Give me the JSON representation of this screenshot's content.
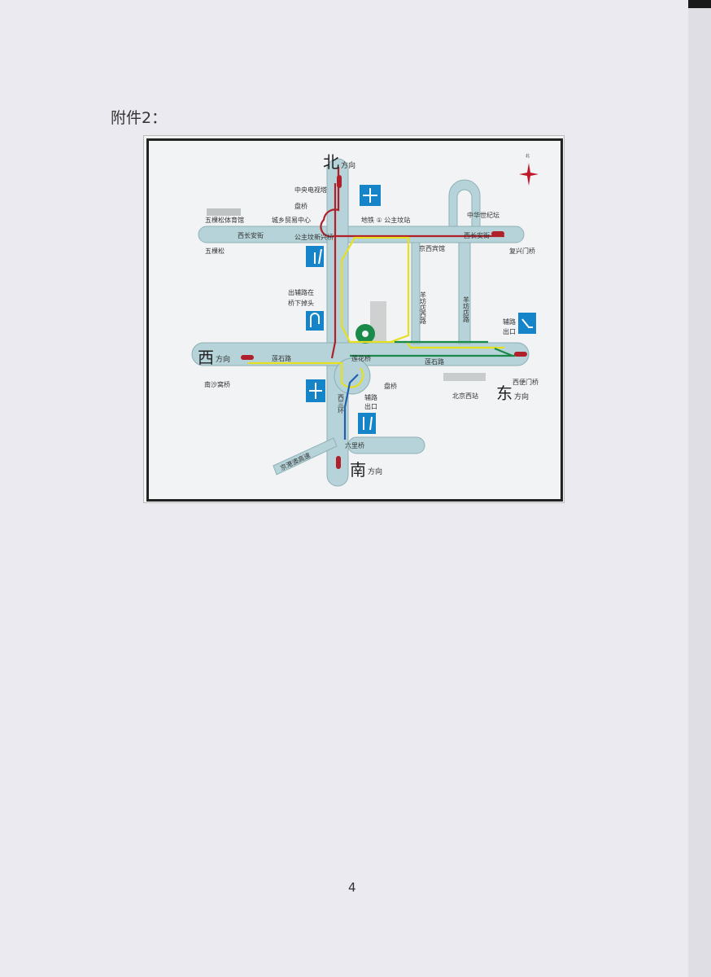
{
  "document": {
    "title": "附件2：",
    "page_number": "4"
  },
  "map": {
    "directions": {
      "north": "北",
      "south": "南",
      "east": "东",
      "west": "西",
      "suffix": "方向"
    },
    "labels": {
      "cctv_tower": "中央电视塔",
      "pan_bridge_north": "盘桥",
      "wukesong_gym": "五棵松体育馆",
      "trade_center": "城乡贸易中心",
      "subway_station": "地铁 ① 公主坟站",
      "century_altar": "中华世纪坛",
      "xichangan_west": "西长安街",
      "xichangan_east": "西长安街",
      "gongzhufen_bridge": "公主坟新兴桥",
      "wukesong": "五棵松",
      "jingxi_hotel": "京西宾馆",
      "fuxingmen_bridge": "复兴门桥",
      "uturn_1": "出辅路在",
      "uturn_2": "桥下掉头",
      "yangfangdian_west": "羊坊店西路",
      "yangfangdian": "羊坊店路",
      "side_exit_east_1": "辅路",
      "side_exit_east_2": "出口",
      "lianshi_west": "莲石路",
      "lianhua_bridge": "莲花桥",
      "lianshi_east": "莲石路",
      "nanshawo_bridge": "南沙窝桥",
      "pan_bridge_south": "盘桥",
      "beijing_west_station": "北京西站",
      "xibianmen_bridge": "西便门桥",
      "side_exit_south_1": "辅路",
      "side_exit_south_2": "出口",
      "west_third_ring": "西三环",
      "liuli_bridge": "六里桥",
      "jinggangao": "京港澳高速"
    },
    "compass_label": "北",
    "colors": {
      "road": "#b5d3d8",
      "route_red": "#b0202a",
      "route_green": "#1a8a4a",
      "route_yellow": "#e6e020",
      "sign_blue": "#1684c8"
    }
  }
}
